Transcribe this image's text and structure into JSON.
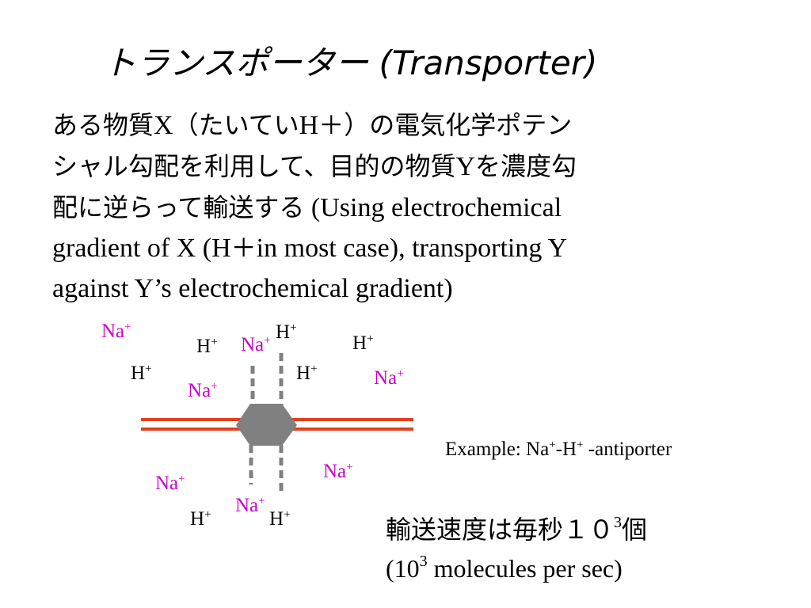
{
  "title": "トランスポーター (Transporter)",
  "body": {
    "line1_jp_a": "ある物質",
    "line1_lat_a": "X",
    "line1_jp_b": "（たいてい",
    "line1_lat_b": "H",
    "line1_plus": "＋",
    "line1_jp_c": "）の電気化学ポテン",
    "line2_jp_a": "シャル勾配を利用して、目的の物質",
    "line2_lat_a": "Y",
    "line2_jp_b": "を濃度勾",
    "line3_jp": "配に逆らって輸送する",
    "line3_lat": " (Using electrochemical",
    "line4_a": "gradient of X (H",
    "line4_plus": "＋",
    "line4_b": "in most case), transporting Y",
    "line5": "against Y’s electrochemical gradient)"
  },
  "diagram": {
    "ion_h": "H",
    "ion_na": "Na",
    "charge": "+",
    "colors": {
      "membrane": "#e2401c",
      "transporter": "#808080",
      "na": "#cc00cc",
      "h": "#000000"
    }
  },
  "example": {
    "prefix": "Example: Na",
    "plus1": "+",
    "mid": "-H",
    "plus2": "+",
    "suffix": " -antiporter"
  },
  "rate": {
    "jp_prefix": "輸送速度は毎秒１０",
    "jp_exp": "3",
    "jp_suffix": "個",
    "en_prefix": "(10",
    "en_exp": "3",
    "en_suffix": " molecules per sec)"
  }
}
